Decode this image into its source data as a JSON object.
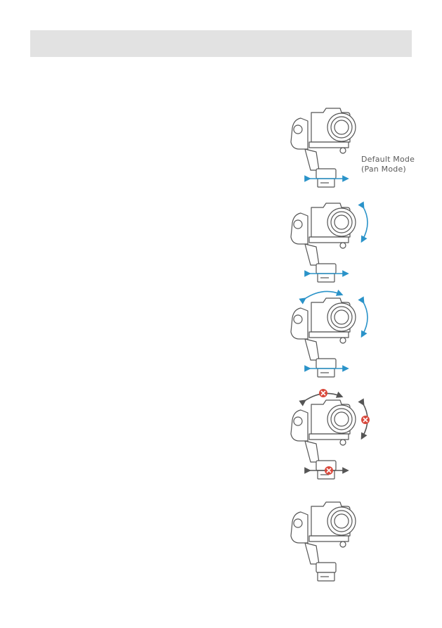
{
  "header": {
    "title": ""
  },
  "default_mode_label": {
    "line1": "Default Mode",
    "line2": "(Pan Mode)"
  },
  "figures": [
    {
      "name": "default-mode-pan",
      "arrows": [
        "pan"
      ],
      "locked": []
    },
    {
      "name": "tilt-mode",
      "arrows": [
        "pan",
        "tilt"
      ],
      "locked": []
    },
    {
      "name": "fpv-mode",
      "arrows": [
        "pan",
        "tilt",
        "roll"
      ],
      "locked": []
    },
    {
      "name": "lock-mode",
      "arrows": [
        "pan",
        "tilt",
        "roll"
      ],
      "locked": [
        "pan",
        "tilt",
        "roll"
      ]
    },
    {
      "name": "standby-mode",
      "arrows": [],
      "locked": []
    }
  ],
  "colors": {
    "arrow": "#2a93c9",
    "lock": "#d9483b",
    "arrow_locked": "#555555",
    "line": "#555555",
    "header": "#e2e2e2"
  }
}
